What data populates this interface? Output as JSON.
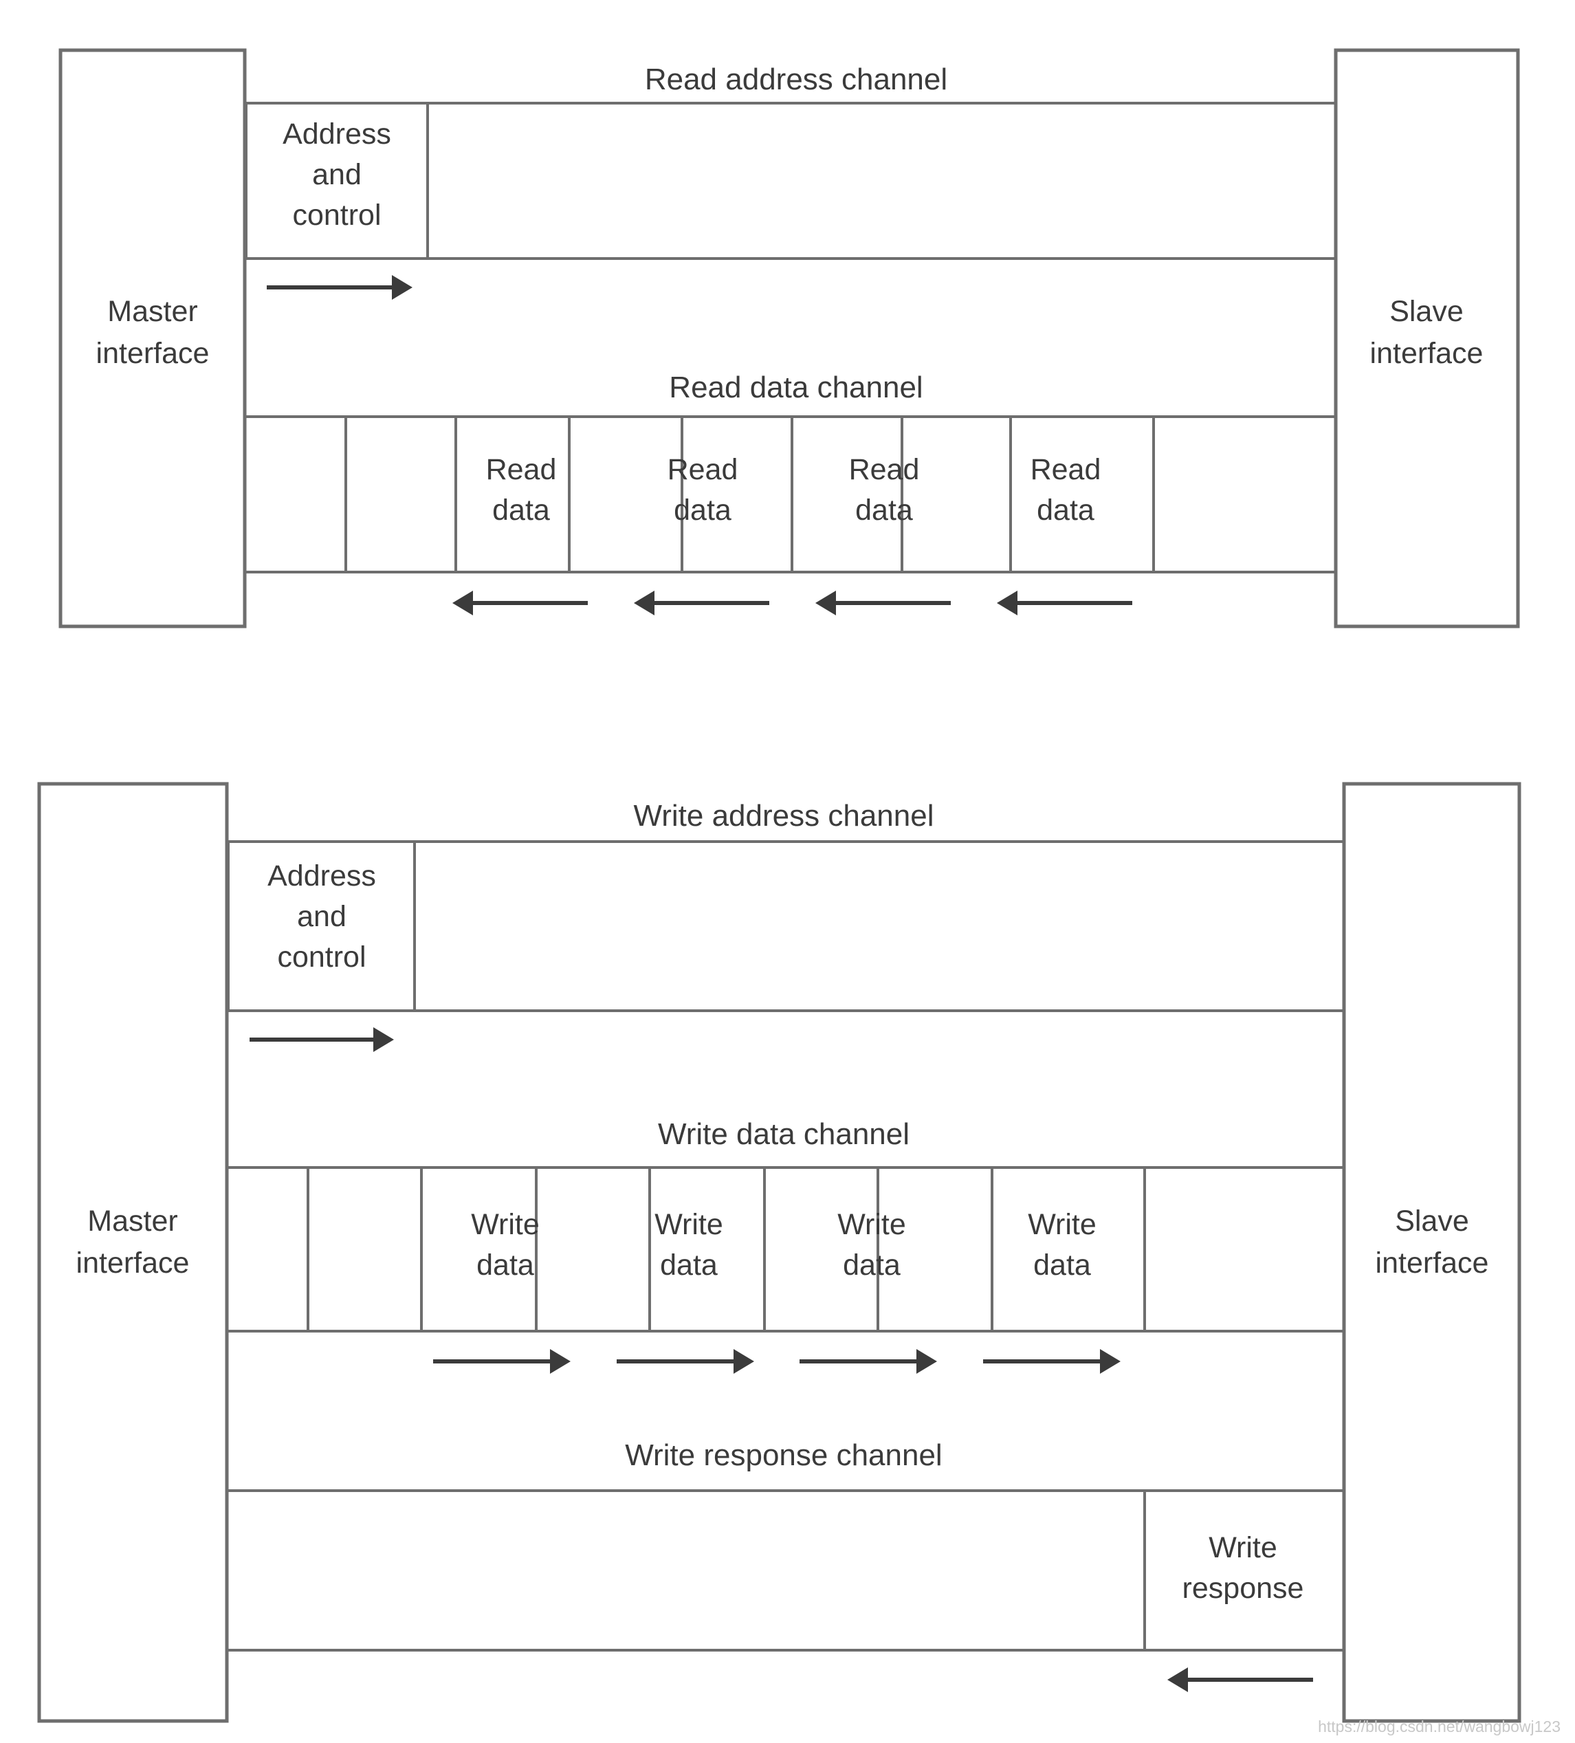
{
  "page": {
    "title": "AXI read and write channel architecture",
    "background": "#ffffff",
    "line_color": "#6e6e6e",
    "text_color": "#3b3b3b",
    "watermark": "https://blog.csdn.net/wangbowj123"
  },
  "read_diagram": {
    "master_label_line1": "Master",
    "master_label_line2": "interface",
    "slave_label_line1": "Slave",
    "slave_label_line2": "interface",
    "address_channel_title": "Read address channel",
    "data_channel_title": "Read data channel",
    "address_cell_line1": "Address",
    "address_cell_line2": "and",
    "address_cell_line3": "control",
    "data_cells": [
      {
        "line1": "Read",
        "line2": "data"
      },
      {
        "line1": "Read",
        "line2": "data"
      },
      {
        "line1": "Read",
        "line2": "data"
      },
      {
        "line1": "Read",
        "line2": "data"
      }
    ],
    "address_arrow_direction": "right",
    "data_arrow_direction": "left",
    "data_arrow_count": 4
  },
  "write_diagram": {
    "master_label_line1": "Master",
    "master_label_line2": "interface",
    "slave_label_line1": "Slave",
    "slave_label_line2": "interface",
    "address_channel_title": "Write address channel",
    "data_channel_title": "Write data channel",
    "response_channel_title": "Write response channel",
    "address_cell_line1": "Address",
    "address_cell_line2": "and",
    "address_cell_line3": "control",
    "data_cells": [
      {
        "line1": "Write",
        "line2": "data"
      },
      {
        "line1": "Write",
        "line2": "data"
      },
      {
        "line1": "Write",
        "line2": "data"
      },
      {
        "line1": "Write",
        "line2": "data"
      }
    ],
    "response_cell_line1": "Write",
    "response_cell_line2": "response",
    "address_arrow_direction": "right",
    "data_arrow_direction": "right",
    "data_arrow_count": 4,
    "response_arrow_direction": "left"
  }
}
